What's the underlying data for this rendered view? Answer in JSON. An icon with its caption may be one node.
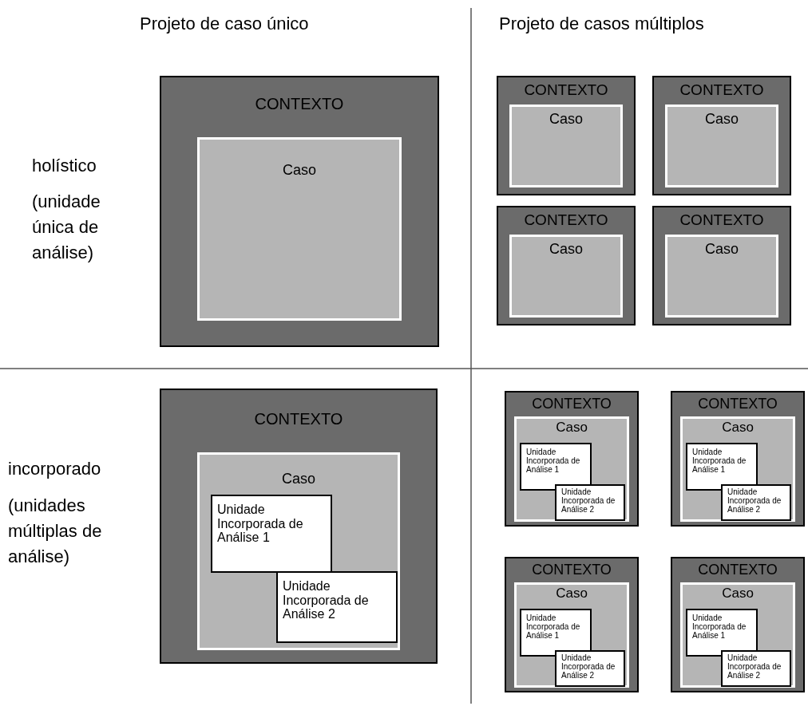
{
  "diagram": {
    "nodes": [
      {
        "text": [
          "CONTEXTO"
        ]
      },
      {
        "text": [
          "Caso"
        ],
        "in": 0
      },
      {
        "text": [
          "CONTEXTO"
        ]
      },
      {
        "text": [
          "Caso"
        ],
        "in": 2
      },
      {
        "text": [
          "CONTEXTO"
        ]
      },
      {
        "text": [
          "Caso"
        ],
        "in": 4
      },
      {
        "text": [
          "CONTEXTO"
        ]
      },
      {
        "text": [
          "Caso"
        ],
        "in": 6
      },
      {
        "text": [
          "CONTEXTO"
        ]
      },
      {
        "text": [
          "Caso"
        ],
        "in": 8
      },
      {
        "text": [
          "CONTEXTO"
        ]
      },
      {
        "text": [
          "Caso"
        ],
        "in": 10
      },
      {
        "text": [
          "Unidade Incorporada de Análise 1"
        ],
        "in": 11
      },
      {
        "text": [
          "Unidade Incorporada de Análise 2"
        ],
        "in": 11
      },
      {
        "text": [
          "CONTEXTO"
        ]
      },
      {
        "text": [
          "Caso"
        ],
        "in": 14
      },
      {
        "text": [
          "Unidade Incorporada de Análise 1"
        ],
        "in": 15
      },
      {
        "text": [
          "Unidade Incorporada de Análise 2"
        ],
        "in": 15
      },
      {
        "text": [
          "CONTEXTO"
        ]
      },
      {
        "text": [
          "Caso"
        ],
        "in": 18
      },
      {
        "text": [
          "Unidade Incorporada de Análise 1"
        ],
        "in": 19
      },
      {
        "text": [
          "Unidade Incorporada de Análise 2"
        ],
        "in": 19
      },
      {
        "text": [
          "CONTEXTO"
        ]
      },
      {
        "text": [
          "Caso"
        ],
        "in": 22
      },
      {
        "text": [
          "Unidade Incorporada de Análise 1"
        ],
        "in": 23
      },
      {
        "text": [
          "Unidade Incorporada de Análise 2"
        ],
        "in": 23
      },
      {
        "text": [
          "CONTEXTO"
        ]
      },
      {
        "text": [
          "Caso"
        ],
        "in": 26
      },
      {
        "text": [
          "Unidade Incorporada de Análise 1"
        ],
        "in": 27
      },
      {
        "text": [
          "Unidade Incorporada de Análise 2"
        ],
        "in": 27
      }
    ],
    "labels": [
      "Projeto de caso único",
      "Projeto de casos múltiplos",
      "holístico",
      "(unidade única de análise)",
      "incorporado",
      "(unidades múltiplas de análise)"
    ]
  }
}
